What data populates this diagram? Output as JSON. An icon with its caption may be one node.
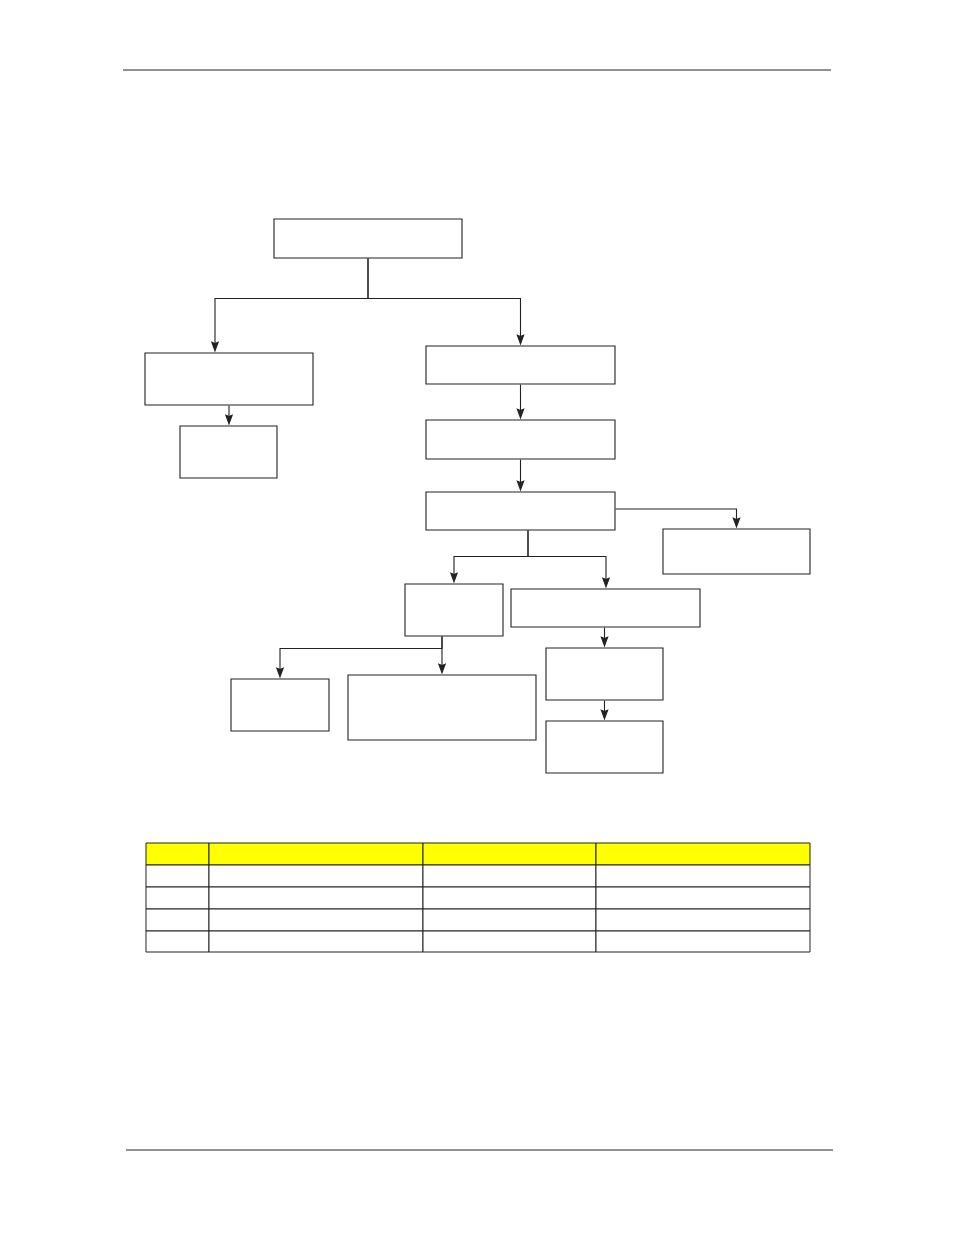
{
  "diagram": {
    "nodes": [
      {
        "text": [],
        "shape": "box"
      },
      {
        "text": [],
        "shape": "box"
      },
      {
        "text": [],
        "shape": "box"
      },
      {
        "text": [],
        "shape": "box"
      },
      {
        "text": [],
        "shape": "box"
      },
      {
        "text": [],
        "shape": "box"
      },
      {
        "text": [],
        "shape": "box"
      },
      {
        "text": [],
        "shape": "box"
      },
      {
        "text": [],
        "shape": "box"
      },
      {
        "text": [],
        "shape": "box"
      },
      {
        "text": [],
        "shape": "box"
      },
      {
        "text": [],
        "shape": "box"
      },
      {
        "text": [],
        "shape": "box"
      }
    ],
    "edges": [
      {
        "from": 0,
        "to": 1,
        "arrow": "to"
      },
      {
        "from": 0,
        "to": 3,
        "arrow": "to"
      },
      {
        "from": 1,
        "to": 2,
        "arrow": "to"
      },
      {
        "from": 3,
        "to": 4,
        "arrow": "to"
      },
      {
        "from": 4,
        "to": 5,
        "arrow": "to"
      },
      {
        "from": 5,
        "to": 6,
        "arrow": "to"
      },
      {
        "from": 5,
        "to": 7,
        "arrow": "to"
      },
      {
        "from": 5,
        "to": 8,
        "arrow": "to"
      },
      {
        "from": 7,
        "to": 9,
        "arrow": "to"
      },
      {
        "from": 7,
        "to": 10,
        "arrow": "to"
      },
      {
        "from": 8,
        "to": 11,
        "arrow": "to"
      },
      {
        "from": 11,
        "to": 12,
        "arrow": "to"
      }
    ]
  }
}
